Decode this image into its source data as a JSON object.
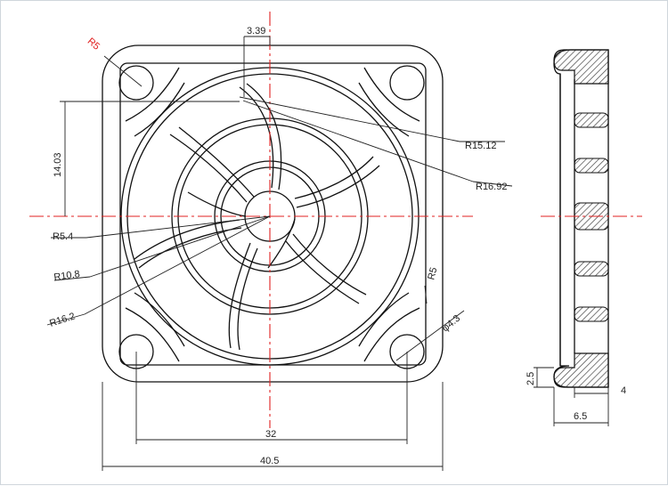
{
  "drawing": {
    "front_view": {
      "labels": {
        "top_offset": "3.39",
        "corner_radius_red": "R5",
        "height_ref": "14.03",
        "r_15": "R15.12",
        "r_16_9": "R16.92",
        "r_5_4": "R5.4",
        "r_10_8": "R10.8",
        "r_16_2": "R16.2",
        "r_5": "R5",
        "hole_dia": "φ4.3",
        "hole_spacing": "32",
        "overall_width": "40.5"
      }
    },
    "side_view": {
      "labels": {
        "lip_height": "2.5",
        "thickness": "4",
        "overall_depth": "6.5"
      }
    },
    "colors": {
      "line": "#111111",
      "centerline": "#e02020",
      "hatch": "#444444"
    }
  }
}
